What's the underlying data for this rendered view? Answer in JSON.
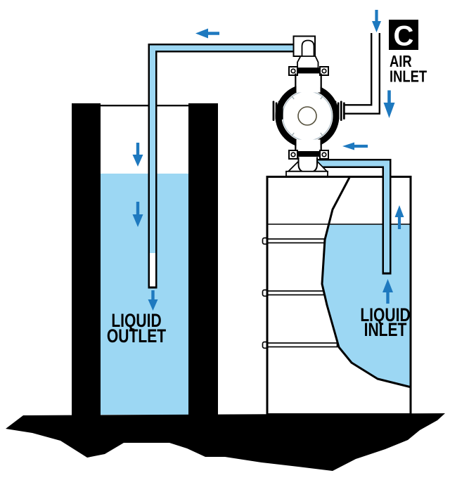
{
  "diagram": {
    "type": "pump-installation-flow-diagram",
    "badge": {
      "label": "C"
    },
    "labels": {
      "air_inlet": {
        "line1": "AIR",
        "line2": "INLET"
      },
      "liquid_outlet": {
        "line1": "LIQUID",
        "line2": "OUTLET"
      },
      "liquid_inlet": {
        "line1": "LIQUID",
        "line2": "INLET"
      }
    },
    "colors": {
      "liquid": "#9cd7f3",
      "arrow": "#1e79bf",
      "ink": "#000000",
      "paper": "#ffffff"
    },
    "flow_arrows": [
      {
        "name": "discharge-over-tank",
        "direction": "left"
      },
      {
        "name": "air-into-pipe",
        "direction": "down"
      },
      {
        "name": "air-into-pump",
        "direction": "down"
      },
      {
        "name": "tank-fill-upper",
        "direction": "down"
      },
      {
        "name": "tank-fill-lower",
        "direction": "down"
      },
      {
        "name": "outlet-pipe-flow",
        "direction": "down"
      },
      {
        "name": "suction-into-pump",
        "direction": "left"
      },
      {
        "name": "liquid-up-pipe",
        "direction": "up"
      },
      {
        "name": "liquid-rising-drum",
        "direction": "up"
      }
    ]
  }
}
